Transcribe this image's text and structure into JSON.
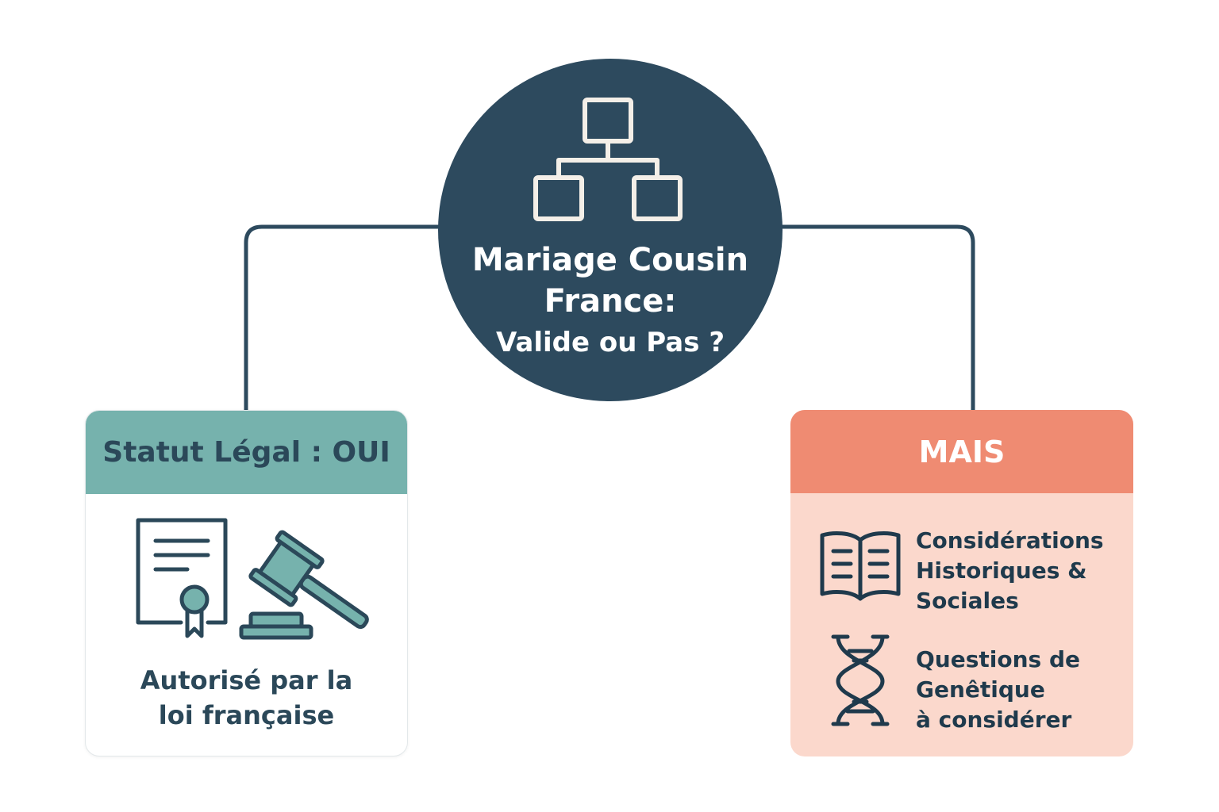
{
  "center": {
    "icon": "hierarchy-icon",
    "title_line1": "Mariage Cousin",
    "title_line2": "France:",
    "subtitle": "Valide ou Pas ?"
  },
  "left": {
    "header": "Statut Légal : OUI",
    "icons": [
      "certificate-icon",
      "gavel-icon"
    ],
    "text_line1": "Autorisé par la",
    "text_line2": "loi française"
  },
  "right": {
    "header": "MAIS",
    "items": [
      {
        "icon": "book-icon",
        "line1": "Considérations",
        "line2": "Historiques &",
        "line3": "Sociales"
      },
      {
        "icon": "dna-icon",
        "line1": "Questions de",
        "line2": "Genêtique",
        "line3": "à considérer"
      }
    ]
  },
  "colors": {
    "center_fill": "#2d4a5e",
    "left_header": "#76b2ad",
    "right_header": "#ef8b72",
    "right_body": "#fbd8cc",
    "ink": "#2b4859",
    "connector": "#2d4a5e"
  }
}
